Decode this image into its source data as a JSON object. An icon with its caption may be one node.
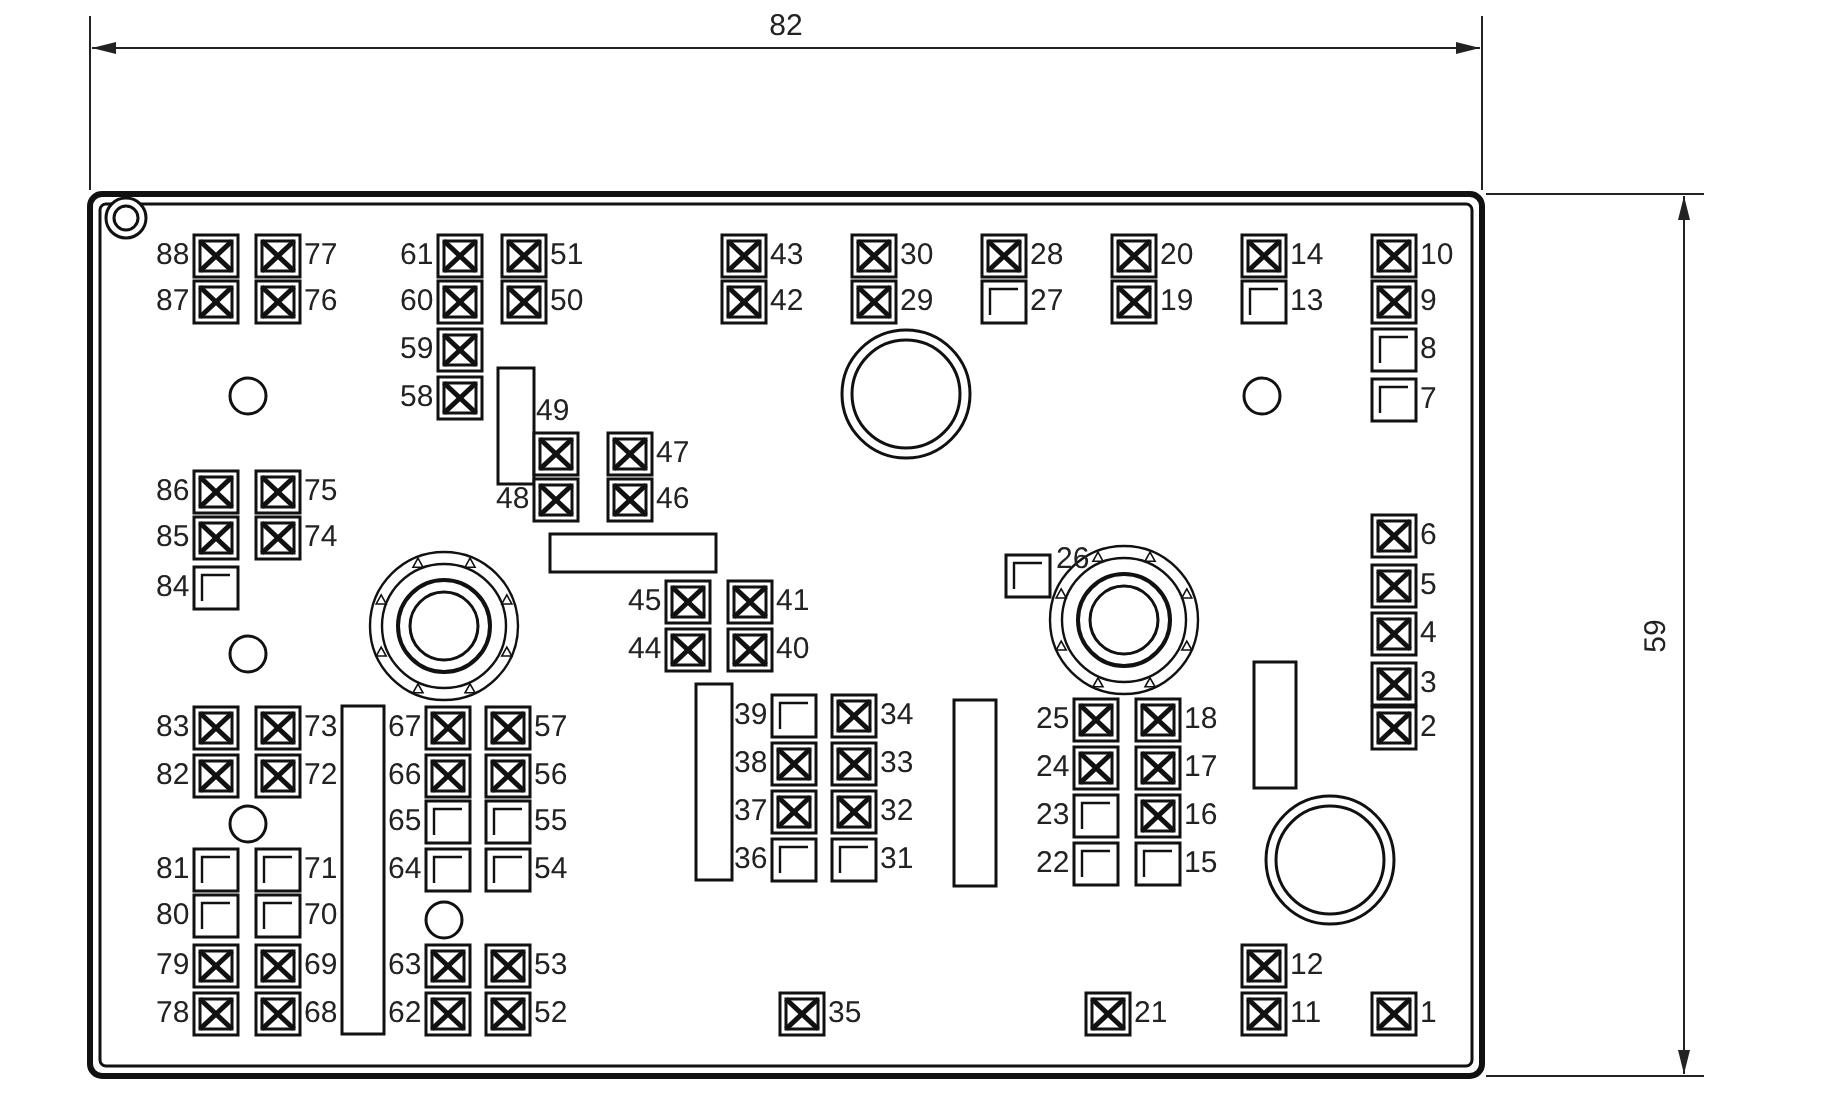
{
  "diagram": {
    "labels": [
      "82",
      "88",
      "77",
      "61",
      "51",
      "43",
      "30",
      "28",
      "20",
      "14",
      "10",
      "87",
      "76",
      "60",
      "50",
      "42",
      "29",
      "27",
      "19",
      "13",
      "9",
      "59",
      "8",
      "58",
      "7",
      "49",
      "47",
      "86",
      "75",
      "48",
      "46",
      "85",
      "74",
      "6",
      "84",
      "26",
      "5",
      "45",
      "41",
      "4",
      "44",
      "40",
      "3",
      "39",
      "34",
      "83",
      "73",
      "67",
      "57",
      "25",
      "18",
      "2",
      "82",
      "72",
      "66",
      "56",
      "38",
      "33",
      "24",
      "17",
      "37",
      "32",
      "65",
      "55",
      "23",
      "16",
      "81",
      "71",
      "64",
      "54",
      "36",
      "31",
      "22",
      "15",
      "80",
      "70",
      "79",
      "69",
      "63",
      "53",
      "12",
      "78",
      "68",
      "62",
      "52",
      "35",
      "21",
      "11",
      "1",
      "59"
    ]
  }
}
